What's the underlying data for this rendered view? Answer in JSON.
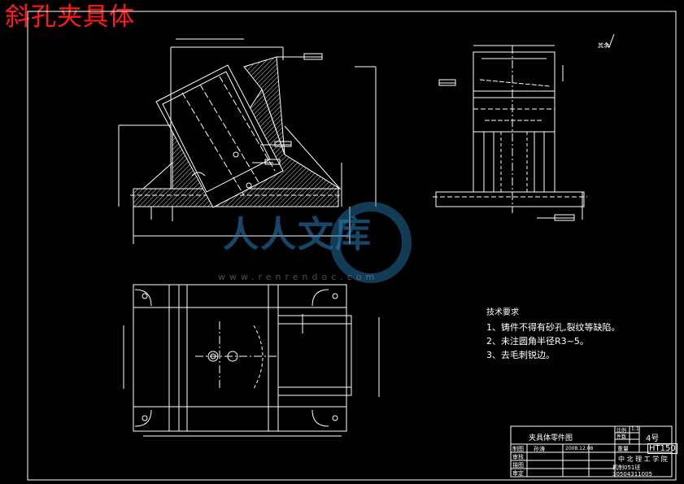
{
  "title": "斜孔夹具体",
  "watermark": {
    "brand": "人人文库",
    "url": "www.renrendoc.com"
  },
  "roughness_note": "其余",
  "requirements": {
    "heading": "技术要求",
    "items": [
      "1、铸件不得有砂孔,裂纹等缺陷。",
      "2、未注圆角半径R3~5。",
      "3、去毛刺锐边。"
    ]
  },
  "title_block": {
    "part_name": "夹具体零件图",
    "scale_label": "比例",
    "scale_value": "1:1",
    "qty_label": "件数",
    "sheet_no": "4号",
    "designer_label": "制图",
    "designer_name": "孙涛",
    "date": "2008.12.08",
    "check_label": "审核",
    "weight_label": "重量",
    "material": "HT150",
    "drawing_label": "描图",
    "approve_label": "审定",
    "school": "中 北 理 工 学 院",
    "class_name": "机制051班",
    "student_no": "30504311005"
  }
}
